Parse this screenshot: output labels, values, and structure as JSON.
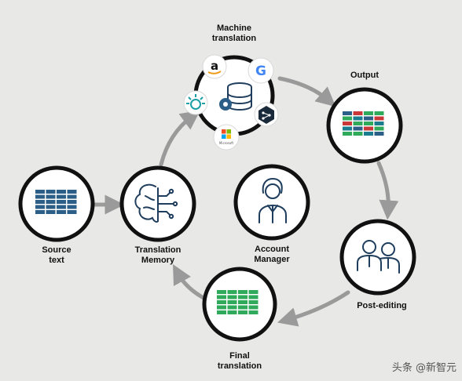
{
  "nodes": {
    "source": {
      "line1": "Source",
      "line2": "text"
    },
    "memory": {
      "line1": "Translation",
      "line2": "Memory"
    },
    "machine": {
      "line1": "Machine",
      "line2": "translation",
      "logo_google": "G",
      "logo_amazon": "a",
      "logo_microsoft": "Microsoft"
    },
    "output": {
      "line1": "Output"
    },
    "postediting": {
      "line1": "Post-editing"
    },
    "final": {
      "line1": "Final",
      "line2": "translation"
    },
    "manager": {
      "line1": "Account",
      "line2": "Manager"
    }
  },
  "watermark": "头条 @新智元",
  "colors": {
    "background": "#e8e8e7",
    "ring": "#111111",
    "arrow": "#9a9a9a",
    "grid_blue": "#2c5f87",
    "grid_green": "#2faa5a",
    "grid_red": "#c83838",
    "grid_teal": "#1a7d8f",
    "icon_navy": "#1f3d5c"
  },
  "icons": [
    "source-grid-icon",
    "brain-icon",
    "database-gear-icon",
    "amazon-logo",
    "google-logo",
    "deepl-logo",
    "ibm-watson-logo",
    "microsoft-logo",
    "output-grid-icon",
    "people-icon",
    "final-grid-icon",
    "manager-person-icon"
  ]
}
